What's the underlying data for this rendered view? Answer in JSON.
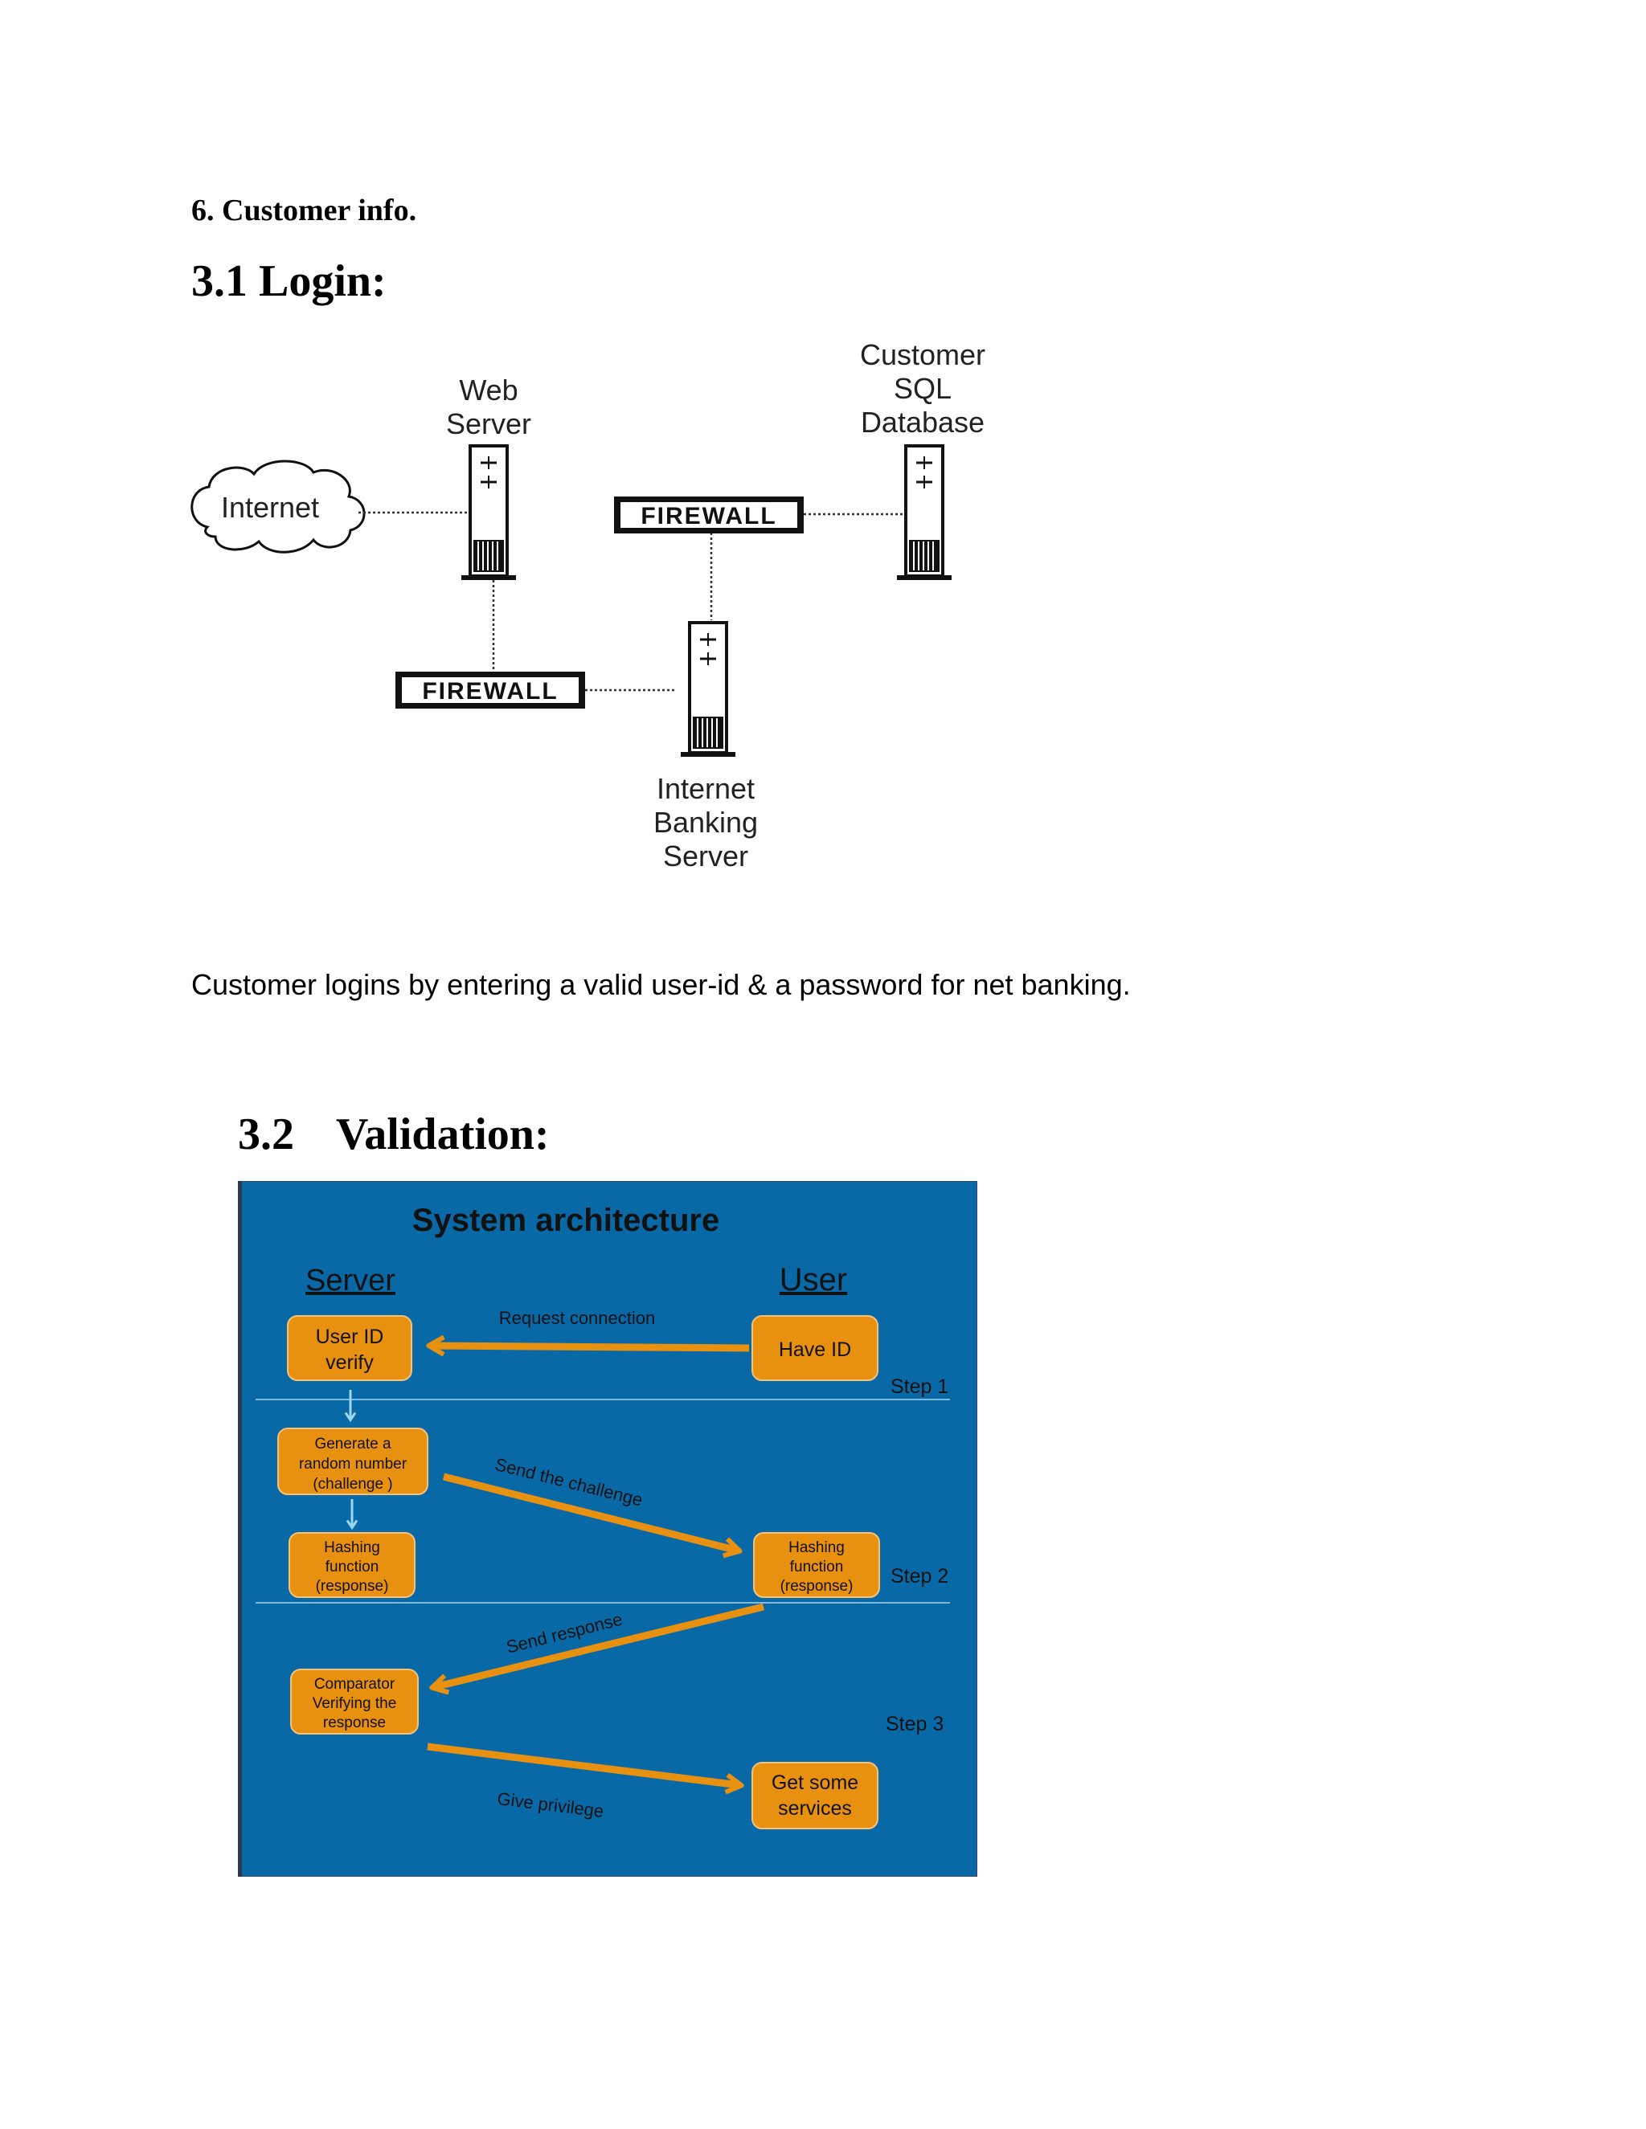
{
  "section_title": "6. Customer info.",
  "login": {
    "heading": "3.1 Login:",
    "description": "Customer logins by entering a valid  user-id & a password for net banking.",
    "network": {
      "internet": "Internet",
      "web_server": [
        "Web",
        "Server"
      ],
      "database": [
        "Customer",
        "SQL",
        "Database"
      ],
      "firewall_top": "FIREWALL",
      "firewall_bottom": "FIREWALL",
      "banking_server": [
        "Internet",
        "Banking",
        "Server"
      ]
    }
  },
  "validation": {
    "heading_number": "3.2",
    "heading_text": "Validation:",
    "architecture": {
      "title": "System architecture",
      "server_label": "Server",
      "user_label": "User",
      "boxes": {
        "user_id_verify": [
          "User ID",
          "verify"
        ],
        "have_id": [
          "Have ID"
        ],
        "generate": [
          "Generate a",
          "random number",
          "(challenge )"
        ],
        "hashing_server": [
          "Hashing",
          "function",
          "(response)"
        ],
        "hashing_user": [
          "Hashing",
          "function",
          "(response)"
        ],
        "comparator": [
          "Comparator",
          "Verifying the",
          "response"
        ],
        "get_services": [
          "Get some",
          "services"
        ]
      },
      "arrows": {
        "request": "Request connection",
        "challenge": "Send the challenge",
        "response": "Send response",
        "privilege": "Give privilege"
      },
      "steps": [
        "Step 1",
        "Step 2",
        "Step 3"
      ],
      "colors": {
        "background": "#0968a6",
        "box": "#e8900f",
        "arrow": "#e8900f",
        "down_arrow": "#9fd4ee"
      }
    }
  }
}
